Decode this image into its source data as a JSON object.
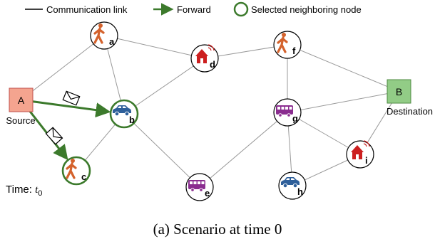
{
  "legend": {
    "communication_link": "Communication link",
    "forward": "Forward",
    "selected_neighboring_node": "Selected neighboring node"
  },
  "colors": {
    "green": "#3c7a2c",
    "source_fill": "#f4a48f",
    "source_stroke": "#c0504d",
    "dest_fill": "#92cc86",
    "dest_stroke": "#4f8a43",
    "pedestrian": "#d4622c",
    "house": "#cc1f1f",
    "bus": "#8a2c8f",
    "car": "#2e5f9a",
    "link": "#999999"
  },
  "source": {
    "letter": "A",
    "label": "Source"
  },
  "destination": {
    "letter": "B",
    "label": "Destination"
  },
  "nodes": [
    {
      "id": "a",
      "icon": "pedestrian-icon",
      "selected": false
    },
    {
      "id": "b",
      "icon": "car-icon",
      "selected": true
    },
    {
      "id": "c",
      "icon": "pedestrian-icon",
      "selected": true
    },
    {
      "id": "d",
      "icon": "house-icon",
      "selected": false
    },
    {
      "id": "e",
      "icon": "bus-icon",
      "selected": false
    },
    {
      "id": "f",
      "icon": "pedestrian-icon",
      "selected": false
    },
    {
      "id": "g",
      "icon": "bus-icon",
      "selected": false
    },
    {
      "id": "h",
      "icon": "car-icon",
      "selected": false
    },
    {
      "id": "i",
      "icon": "house-icon",
      "selected": false
    }
  ],
  "links": [
    [
      "A",
      "a"
    ],
    [
      "a",
      "b"
    ],
    [
      "a",
      "d"
    ],
    [
      "b",
      "c"
    ],
    [
      "b",
      "d"
    ],
    [
      "b",
      "e"
    ],
    [
      "d",
      "f"
    ],
    [
      "f",
      "B"
    ],
    [
      "f",
      "g"
    ],
    [
      "g",
      "e"
    ],
    [
      "g",
      "B"
    ],
    [
      "g",
      "h"
    ],
    [
      "g",
      "i"
    ],
    [
      "i",
      "B"
    ],
    [
      "i",
      "h"
    ]
  ],
  "forward_links": [
    [
      "A",
      "b"
    ],
    [
      "A",
      "c"
    ]
  ],
  "envelope_icons": [
    "envelope-icon",
    "envelope-icon"
  ],
  "time_label": {
    "prefix": "Time: ",
    "var": "t",
    "sub": "0"
  },
  "caption": "(a) Scenario at time 0"
}
